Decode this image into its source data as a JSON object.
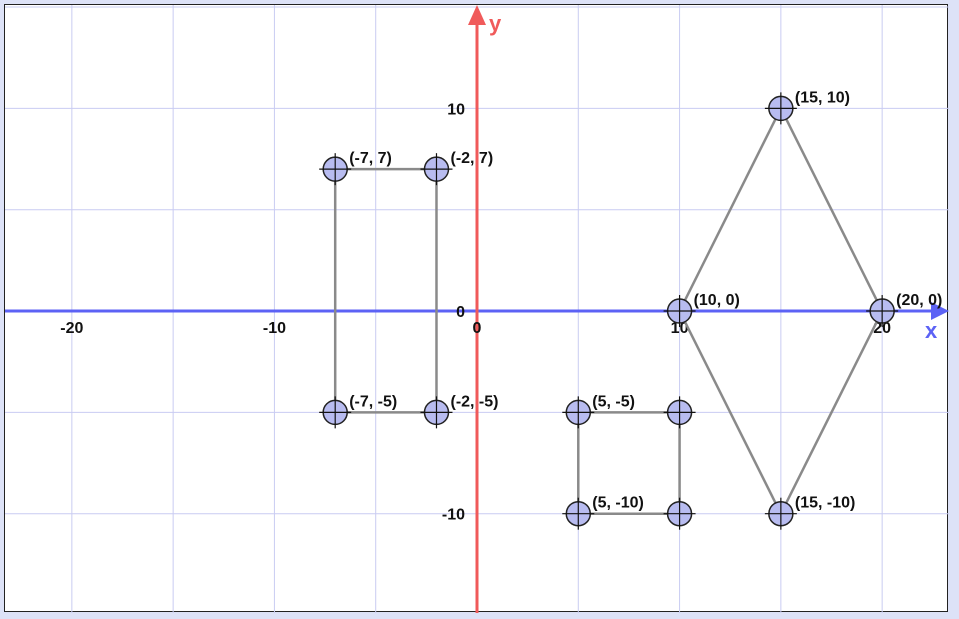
{
  "chart_data": {
    "type": "scatter",
    "title": "",
    "xlabel": "x",
    "ylabel": "y",
    "xlim": [
      -23.3,
      23.3
    ],
    "ylim": [
      -14.9,
      15.1
    ],
    "grid": true,
    "x_ticks": [
      "-20",
      "-10",
      "0",
      "10",
      "20"
    ],
    "y_ticks": [
      "10",
      "0",
      "-10"
    ],
    "colors": {
      "x_axis": "#5c62f5",
      "y_axis": "#f05a5a",
      "grid": "#c9ccf2",
      "point_fill": "#b8bcf0",
      "segment": "#8a8a8a"
    },
    "points": [
      {
        "x": -7,
        "y": 7,
        "label": "(-7, 7)"
      },
      {
        "x": -2,
        "y": 7,
        "label": "(-2, 7)"
      },
      {
        "x": -7,
        "y": -5,
        "label": "(-7, -5)"
      },
      {
        "x": -2,
        "y": -5,
        "label": "(-2, -5)"
      },
      {
        "x": 5,
        "y": -5,
        "label": "(5, -5)"
      },
      {
        "x": 10,
        "y": -5,
        "label": ""
      },
      {
        "x": 5,
        "y": -10,
        "label": "(5, -10)"
      },
      {
        "x": 10,
        "y": -10,
        "label": ""
      },
      {
        "x": 10,
        "y": 0,
        "label": "(10, 0)"
      },
      {
        "x": 15,
        "y": 10,
        "label": "(15, 10)"
      },
      {
        "x": 20,
        "y": 0,
        "label": "(20, 0)"
      },
      {
        "x": 15,
        "y": -10,
        "label": "(15, -10)"
      }
    ],
    "polygons": [
      [
        [
          -7,
          7
        ],
        [
          -2,
          7
        ],
        [
          -2,
          -5
        ],
        [
          -7,
          -5
        ]
      ],
      [
        [
          5,
          -5
        ],
        [
          10,
          -5
        ],
        [
          10,
          -10
        ],
        [
          5,
          -10
        ]
      ],
      [
        [
          10,
          0
        ],
        [
          15,
          10
        ],
        [
          20,
          0
        ],
        [
          15,
          -10
        ]
      ]
    ]
  }
}
